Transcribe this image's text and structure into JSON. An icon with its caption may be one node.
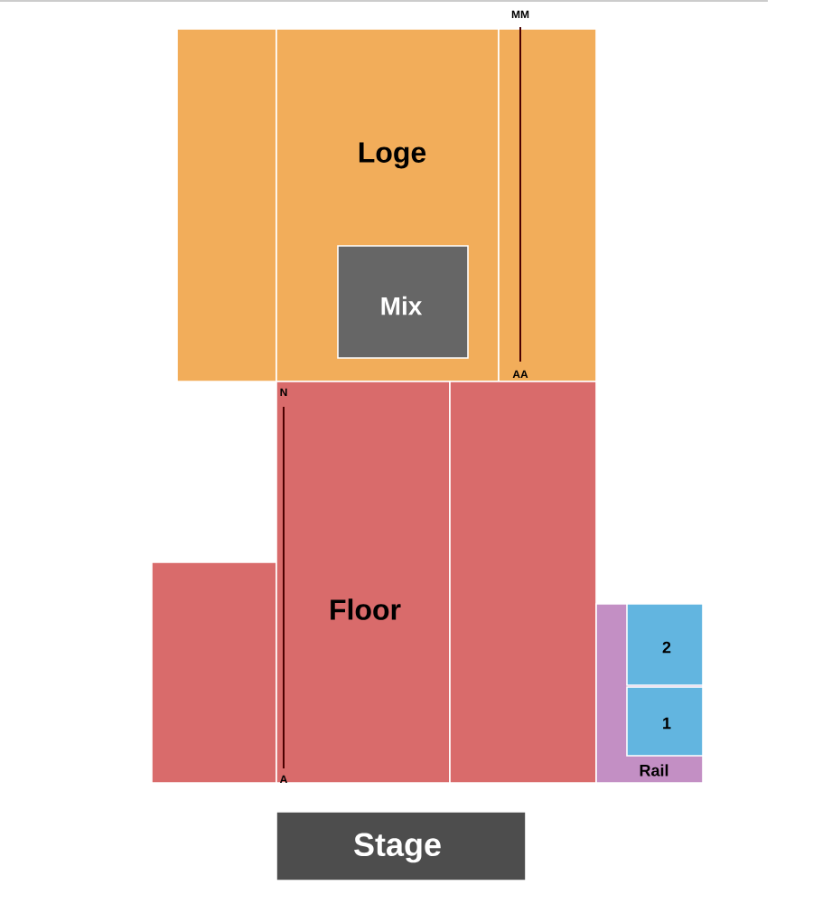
{
  "diagram": {
    "nodes": [
      {
        "text": [],
        "shape": "box"
      },
      {
        "text": [
          "Loge"
        ]
      },
      {
        "text": [
          "Mix"
        ],
        "in": 1
      },
      {
        "text": [],
        "shape": "box"
      },
      {
        "text": [],
        "shape": "box"
      },
      {
        "text": [
          "Floor"
        ]
      },
      {
        "text": [],
        "shape": "box"
      },
      {
        "text": [
          "Rail"
        ]
      },
      {
        "text": [
          "2"
        ],
        "in": 7
      },
      {
        "text": [
          "1"
        ],
        "in": 7
      },
      {
        "text": [
          "Stage"
        ]
      }
    ],
    "labels": [
      "MM",
      "AA",
      "N",
      "A"
    ]
  }
}
